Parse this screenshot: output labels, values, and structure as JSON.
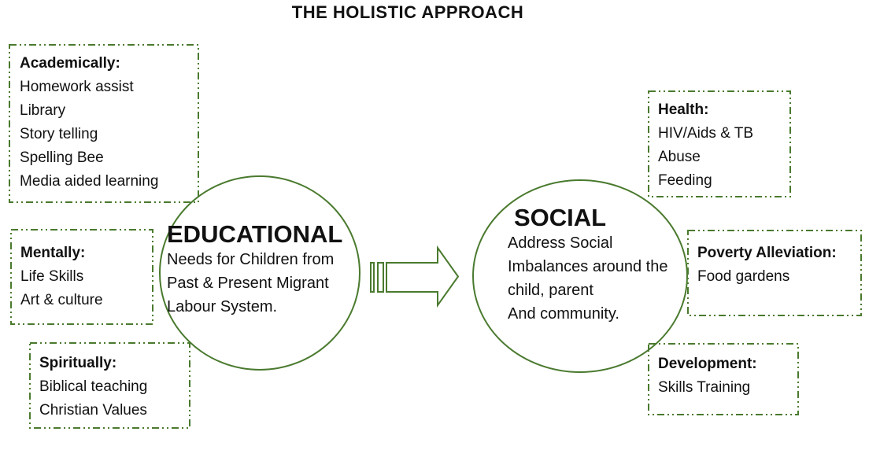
{
  "title": "THE HOLISTIC APPROACH",
  "colors": {
    "accent_green": "#4a7a2e",
    "text_black": "#111111",
    "background": "#ffffff"
  },
  "boxes": {
    "academically": {
      "heading": "Academically:",
      "items": [
        "Homework assist",
        "Library",
        "Story telling",
        "Spelling Bee",
        "Media aided learning"
      ]
    },
    "mentally": {
      "heading": "Mentally:",
      "items": [
        "Life Skills",
        "Art & culture"
      ]
    },
    "spiritually": {
      "heading": "Spiritually:",
      "items": [
        "Biblical teaching",
        "Christian Values"
      ]
    },
    "health": {
      "heading": "Health:",
      "items": [
        "HIV/Aids & TB",
        "Abuse",
        "Feeding"
      ]
    },
    "poverty": {
      "heading": "Poverty Alleviation:",
      "items": [
        "Food gardens"
      ]
    },
    "development": {
      "heading": "Development:",
      "items": [
        "Skills Training"
      ]
    }
  },
  "circles": {
    "educational": {
      "heading": "EDUCATIONAL",
      "lines": [
        "Needs for Children from",
        "Past & Present Migrant",
        "Labour System."
      ]
    },
    "social": {
      "heading": "SOCIAL",
      "lines": [
        "Address Social",
        "Imbalances around the",
        "child, parent",
        "And community."
      ]
    }
  }
}
